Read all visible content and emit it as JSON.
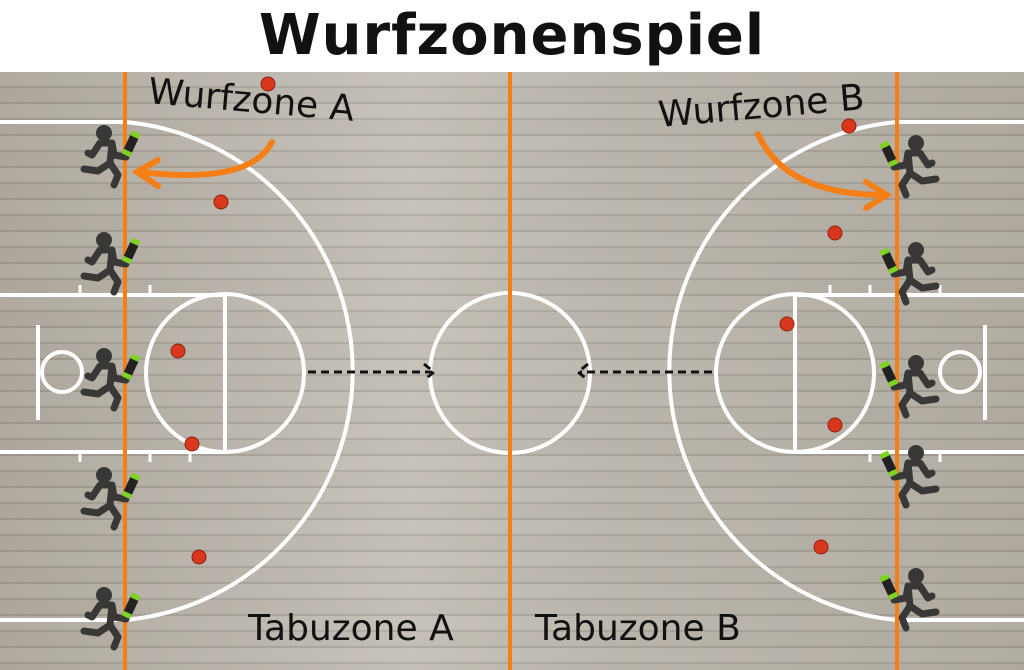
{
  "title": "Wurfzonenspiel",
  "labels": {
    "wurfzone_a": "Wurfzone A",
    "wurfzone_b": "Wurfzone B",
    "tabuzone_a": "Tabuzone A",
    "tabuzone_b": "Tabuzone B"
  },
  "colors": {
    "zone_line": "#f57f17",
    "ball": "#d9381e",
    "player": "#3a3737",
    "bottle": "#7ed321",
    "court_line": "#ffffff"
  },
  "players_per_side": 5,
  "balls_count": 10
}
